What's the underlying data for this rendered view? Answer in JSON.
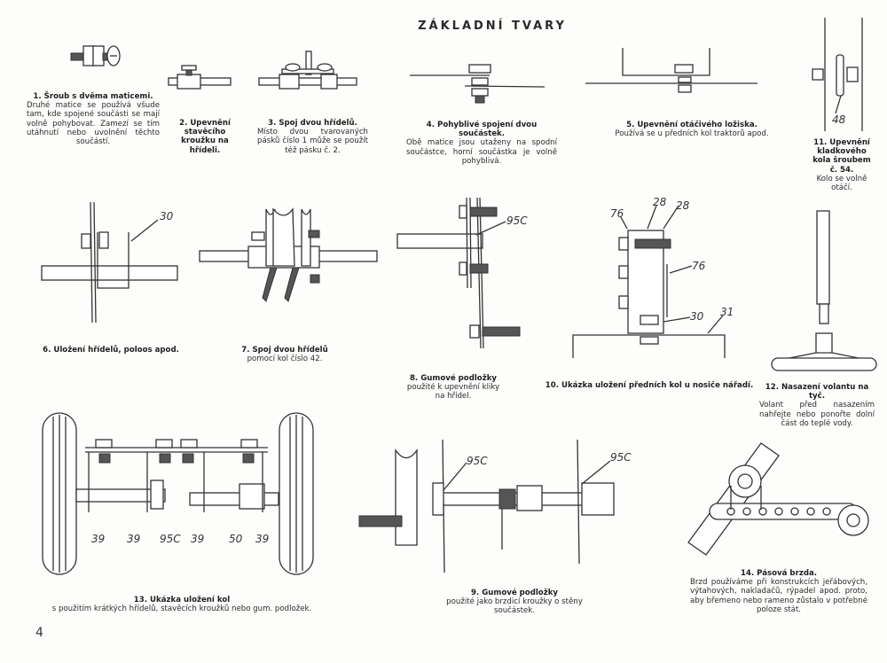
{
  "page": {
    "title": "ZÁKLADNÍ TVARY",
    "page_number": "4"
  },
  "captions": [
    {
      "title": "1. Šroub s dvěma maticemi.",
      "text": "Druhé matice se používá všude tam, kde spojené součásti se mají volně pohybovat. Zamezí se tím utáhnutí nebo uvolnění těchto součástí."
    },
    {
      "title": "2. Upevnění stavěcího kroužku na hřídeli.",
      "text": ""
    },
    {
      "title": "3. Spoj dvou hřídelů.",
      "text": "Místo dvou tvarovaných pásků číslo 1 může se použít též pásku č. 2."
    },
    {
      "title": "4. Pohyblivé spojení dvou součástek.",
      "text": "Obě matice jsou utaženy na spodní součástce, horní součástka je volně pohyblivá."
    },
    {
      "title": "5. Upevnění otáčivého ložiska.",
      "text": "Používá se u předních kol traktorů apod."
    },
    {
      "title": "6. Uložení hřídelů, poloos apod.",
      "text": ""
    },
    {
      "title": "7. Spoj dvou hřídelů",
      "text": "pomocí kol číslo 42."
    },
    {
      "title": "8. Gumové podložky",
      "text": "použité k upevnění kliky na hřídel."
    },
    {
      "title": "9. Gumové podložky",
      "text": "použité jako brzdicí kroužky o stěny součástek."
    },
    {
      "title": "10. Ukázka uložení předních kol u nosiče nářadí.",
      "text": ""
    },
    {
      "title": "11. Upevnění kladkového kola šroubem č. 54.",
      "text": "Kolo se volně otáčí."
    },
    {
      "title": "12. Nasazení volantu na tyč.",
      "text": "Volant před nasazením nahřejte nebo ponořte dolní část do teplé vody."
    },
    {
      "title": "13. Ukázka uložení kol",
      "text": "s použitím krátkých hřídelů, stavěcích kroužků nebo gum. podložek."
    },
    {
      "title": "14. Pásová brzda.",
      "text": "Brzd používáme při konstrukcích jeřábových, výtahových, nakladačů, rýpadel apod. proto, aby břemeno nebo rameno zůstalo v potřebné poloze stát."
    }
  ],
  "part_labels": {
    "fig6": [
      "30"
    ],
    "fig8": [
      "95C"
    ],
    "fig10": [
      "76",
      "28",
      "28",
      "76",
      "30",
      "31"
    ],
    "fig11": [
      "48"
    ],
    "fig13": [
      "39",
      "39",
      "95C",
      "39",
      "50",
      "39"
    ],
    "fig9": [
      "95C",
      "95C"
    ]
  }
}
